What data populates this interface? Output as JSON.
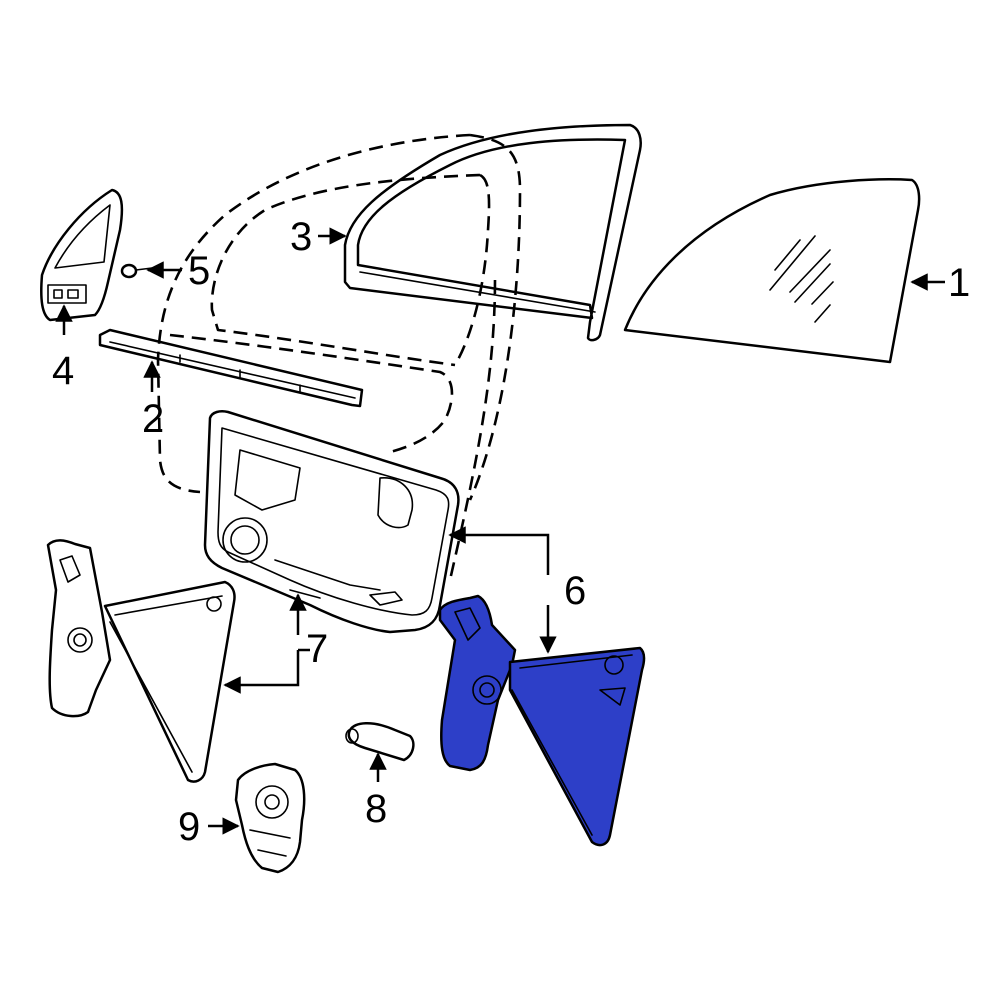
{
  "colors": {
    "highlight": "#2d3fc8",
    "line": "#000000",
    "background": "#ffffff"
  },
  "callouts": {
    "1": "1",
    "2": "2",
    "3": "3",
    "4": "4",
    "5": "5",
    "6": "6",
    "7": "7",
    "8": "8",
    "9": "9"
  },
  "highlighted_part": "6"
}
